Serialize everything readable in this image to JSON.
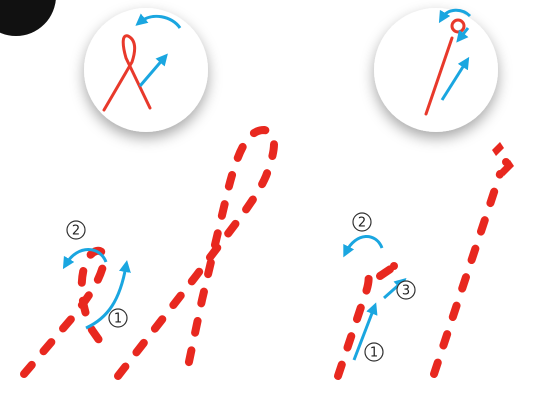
{
  "colors": {
    "stroke_red": "#e8392b",
    "dash_red": "#e8281f",
    "arrow_blue": "#1aa6e0",
    "circle_fill": "#ffffff",
    "step_ring": "#333333"
  },
  "left_figure": {
    "icon": "loop-stroke-icon",
    "steps": [
      {
        "label": "1"
      },
      {
        "label": "2"
      }
    ]
  },
  "right_figure": {
    "icon": "small-loop-stroke-icon",
    "steps": [
      {
        "label": "1"
      },
      {
        "label": "2"
      },
      {
        "label": "3"
      }
    ]
  }
}
